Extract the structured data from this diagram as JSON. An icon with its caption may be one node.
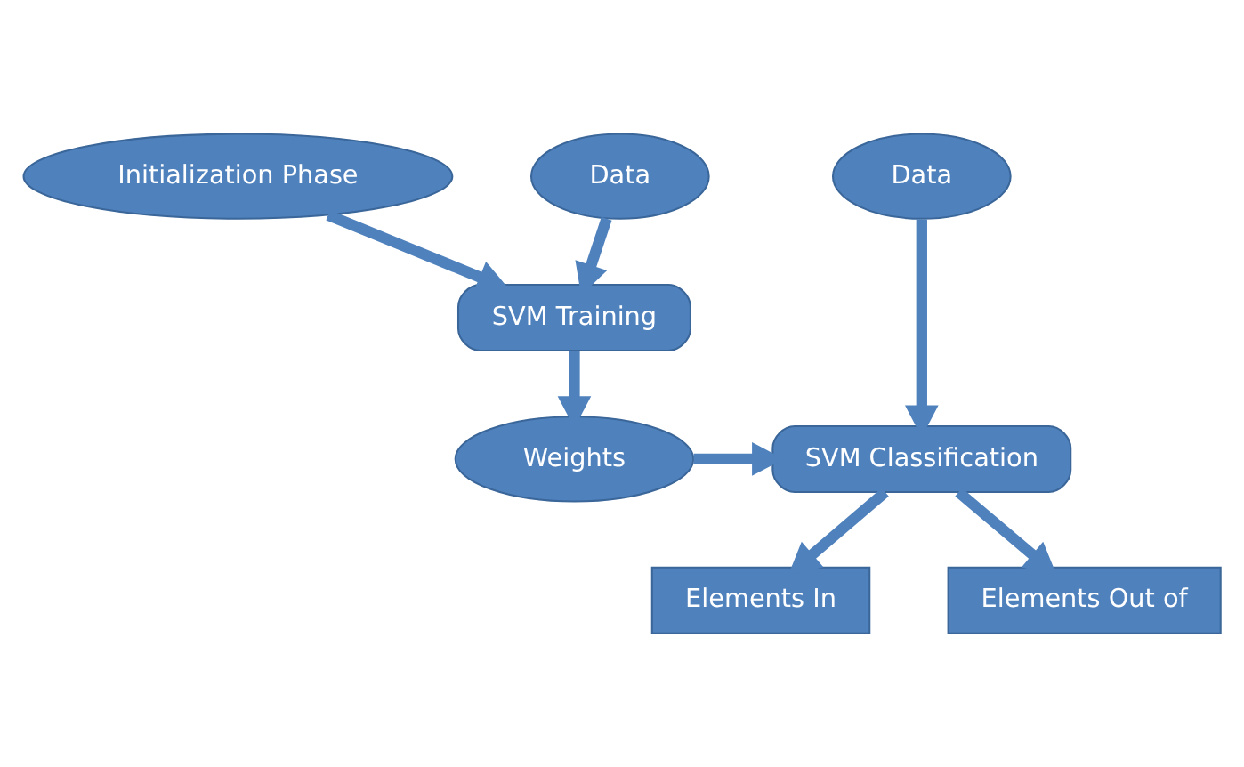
{
  "diagram": {
    "nodes": [
      {
        "text": [
          "Initialization Phase"
        ]
      },
      {
        "text": [
          "Data"
        ]
      },
      {
        "text": [
          "SVM Training"
        ]
      },
      {
        "text": [
          "Weights"
        ]
      },
      {
        "text": [
          "Data"
        ]
      },
      {
        "text": [
          "SVM Classification"
        ]
      },
      {
        "text": [
          "Elements In"
        ]
      },
      {
        "text": [
          "Elements Out of"
        ]
      }
    ],
    "edges": [
      {
        "from": 0,
        "to": 2,
        "arrow": "to"
      },
      {
        "from": 1,
        "to": 2,
        "arrow": "to"
      },
      {
        "from": 2,
        "to": 3,
        "arrow": "to"
      },
      {
        "from": 3,
        "to": 5,
        "arrow": "to"
      },
      {
        "from": 4,
        "to": 5,
        "arrow": "to"
      },
      {
        "from": 5,
        "to": 6,
        "arrow": "to"
      },
      {
        "from": 5,
        "to": 7,
        "arrow": "to"
      }
    ]
  }
}
